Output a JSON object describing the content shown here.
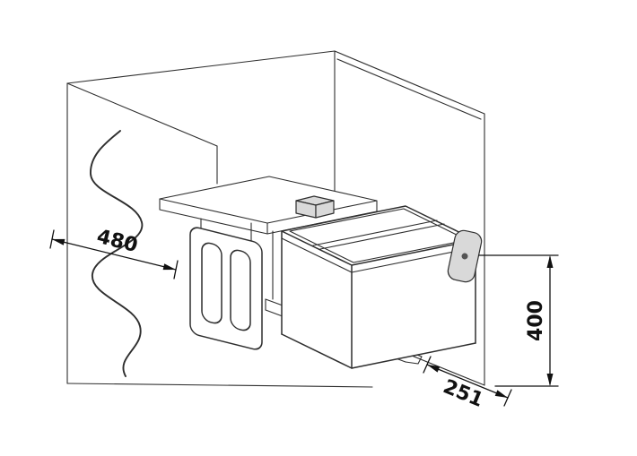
{
  "diagram": {
    "type": "technical-line-drawing",
    "subject": "pull-out twin waste-bin unit inside an open kitchen base cabinet",
    "dimension_labels": {
      "depth": "480",
      "height": "400",
      "extension": "251"
    },
    "colors": {
      "line": "#2e2e2e",
      "dimension": "#111111",
      "shaded_part": "#d9d9d9",
      "background": "#ffffff"
    }
  }
}
